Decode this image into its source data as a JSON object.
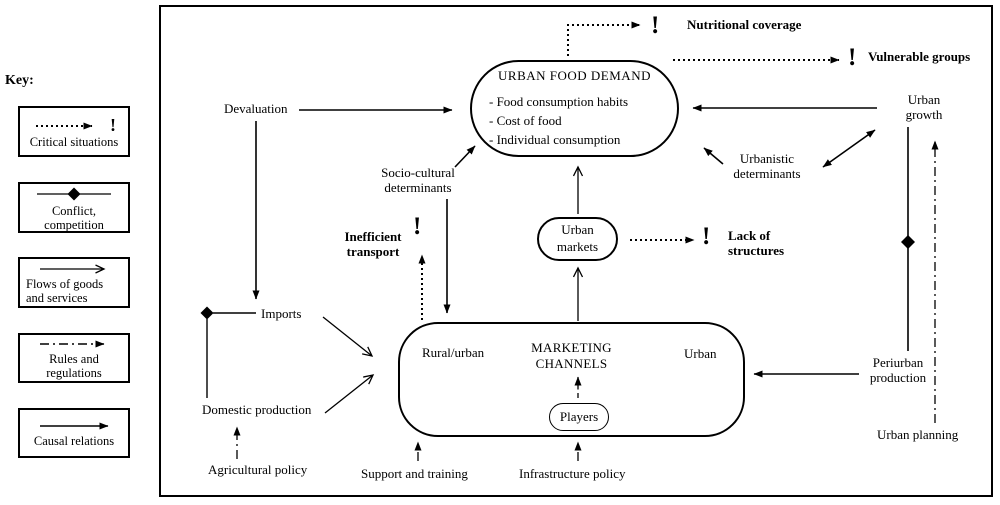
{
  "colors": {
    "ink": "#000000",
    "background": "#ffffff"
  },
  "symbols": {
    "exclamation": "!"
  },
  "key": {
    "title": "Key:",
    "items": [
      {
        "symbol": "dotted-arrow-exclamation",
        "label": "Critical situations"
      },
      {
        "symbol": "diamond-line",
        "label": "Conflict, competition"
      },
      {
        "symbol": "open-arrow",
        "label": "Flows of goods and services"
      },
      {
        "symbol": "dash-dot-arrow",
        "label": "Rules and regulations"
      },
      {
        "symbol": "solid-arrow",
        "label": "Causal relations"
      }
    ]
  },
  "nodes": {
    "urban_food_demand": {
      "title": "URBAN FOOD DEMAND",
      "items": [
        "- Food consumption habits",
        "- Cost of food",
        "- Individual consumption"
      ]
    },
    "urban_markets": {
      "label": "Urban markets"
    },
    "marketing_channels": {
      "title": "MARKETING CHANNELS",
      "left_label": "Rural/urban",
      "right_label": "Urban"
    },
    "players": {
      "label": "Players"
    }
  },
  "labels": {
    "devaluation": "Devaluation",
    "nutritional_coverage": "Nutritional coverage",
    "vulnerable_groups": "Vulnerable groups",
    "urban_growth": "Urban growth",
    "urbanistic_determinants": "Urbanistic determinants",
    "socio_cultural_determinants": "Socio-cultural determinants",
    "inefficient_transport": "Inefficient transport",
    "lack_of_structures": "Lack of structures",
    "imports": "Imports",
    "domestic_production": "Domestic production",
    "periurban_production": "Periurban production",
    "agricultural_policy": "Agricultural policy",
    "support_and_training": "Support and training",
    "infrastructure_policy": "Infrastructure policy",
    "urban_planning": "Urban planning"
  }
}
